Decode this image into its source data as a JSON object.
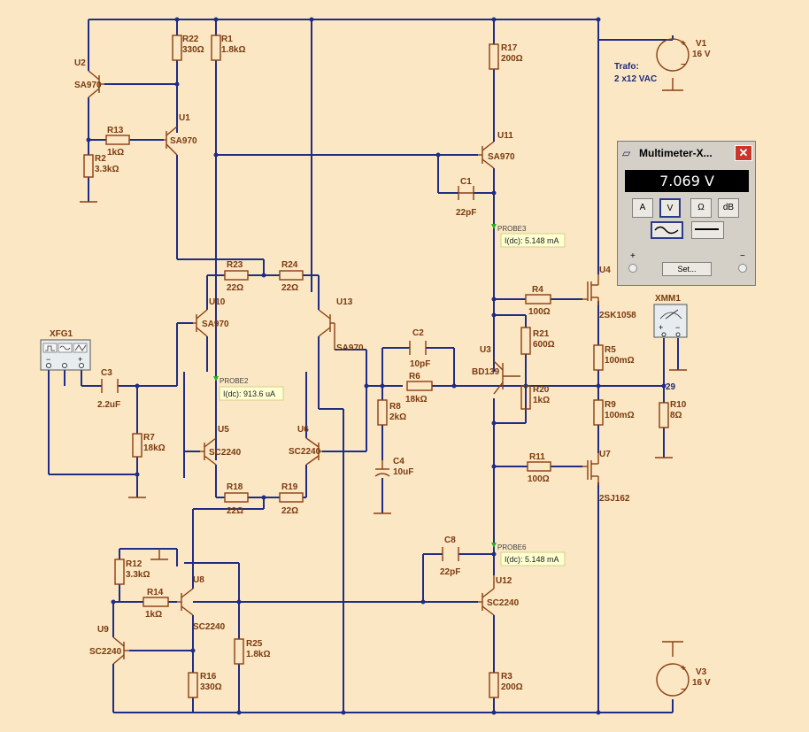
{
  "components": {
    "R22": {
      "name": "R22",
      "value": "330Ω"
    },
    "R1": {
      "name": "R1",
      "value": "1.8kΩ"
    },
    "R17": {
      "name": "R17",
      "value": "200Ω"
    },
    "R13": {
      "name": "R13",
      "value": "1kΩ"
    },
    "R2": {
      "name": "R2",
      "value": "3.3kΩ"
    },
    "R23": {
      "name": "R23",
      "value": "22Ω"
    },
    "R24": {
      "name": "R24",
      "value": "22Ω"
    },
    "R4": {
      "name": "R4",
      "value": "100Ω"
    },
    "R21": {
      "name": "R21",
      "value": "600Ω"
    },
    "R5": {
      "name": "R5",
      "value": "100mΩ"
    },
    "R6": {
      "name": "R6",
      "value": "18kΩ"
    },
    "R20": {
      "name": "R20",
      "value": "1kΩ"
    },
    "R8": {
      "name": "R8",
      "value": "2kΩ"
    },
    "R9": {
      "name": "R9",
      "value": "100mΩ"
    },
    "R10": {
      "name": "R10",
      "value": "8Ω"
    },
    "R7": {
      "name": "R7",
      "value": "18kΩ"
    },
    "R11": {
      "name": "R11",
      "value": "100Ω"
    },
    "R18": {
      "name": "R18",
      "value": "22Ω"
    },
    "R19": {
      "name": "R19",
      "value": "22Ω"
    },
    "R12": {
      "name": "R12",
      "value": "3.3kΩ"
    },
    "R14": {
      "name": "R14",
      "value": "1kΩ"
    },
    "R25": {
      "name": "R25",
      "value": "1.8kΩ"
    },
    "R16": {
      "name": "R16",
      "value": "330Ω"
    },
    "R3": {
      "name": "R3",
      "value": "200Ω"
    },
    "C1": {
      "name": "C1",
      "value": "22pF"
    },
    "C2": {
      "name": "C2",
      "value": "10pF"
    },
    "C3": {
      "name": "C3",
      "value": "2.2uF"
    },
    "C4": {
      "name": "C4",
      "value": "10uF"
    },
    "C8": {
      "name": "C8",
      "value": "22pF"
    },
    "U2": {
      "name": "U2",
      "value": "SA970"
    },
    "U1": {
      "name": "U1",
      "value": "SA970"
    },
    "U11": {
      "name": "U11",
      "value": "SA970"
    },
    "U10": {
      "name": "U10",
      "value": "SA970"
    },
    "U13": {
      "name": "U13",
      "value": "SA970"
    },
    "U3": {
      "name": "U3",
      "value": "BD139"
    },
    "U4": {
      "name": "U4",
      "value": "2SK1058"
    },
    "U7": {
      "name": "U7",
      "value": "2SJ162"
    },
    "U5": {
      "name": "U5",
      "value": "SC2240"
    },
    "U6": {
      "name": "U6",
      "value": "SC2240"
    },
    "U8": {
      "name": "U8",
      "value": "SC2240"
    },
    "U9": {
      "name": "U9",
      "value": "SC2240"
    },
    "U12": {
      "name": "U12",
      "value": "SC2240"
    },
    "V1": {
      "name": "V1",
      "value": "16 V"
    },
    "V3": {
      "name": "V3",
      "value": "16 V"
    },
    "XFG1": {
      "name": "XFG1"
    },
    "XMM1": {
      "name": "XMM1"
    }
  },
  "trafo": {
    "line1": "Trafo:",
    "line2": "2 x12 VAC"
  },
  "node_label": "29",
  "probes": {
    "PROBE3": {
      "name": "PROBE3",
      "reading": "I(dc): 5.148 mA"
    },
    "PROBE2": {
      "name": "PROBE2",
      "reading": "I(dc): 913.6 uA"
    },
    "PROBE6": {
      "name": "PROBE6",
      "reading": "I(dc): 5.148 mA"
    }
  },
  "multimeter": {
    "title": "Multimeter-X...",
    "display": "7.069 V",
    "modes": [
      "A",
      "V",
      "Ω",
      "dB"
    ],
    "selected_mode": "V",
    "set_label": "Set...",
    "plus": "+",
    "minus": "−"
  },
  "colors": {
    "wire": "#1f2d86",
    "component": "#8a3e12",
    "background": "#fbe7c3",
    "probe": "#22b022"
  }
}
